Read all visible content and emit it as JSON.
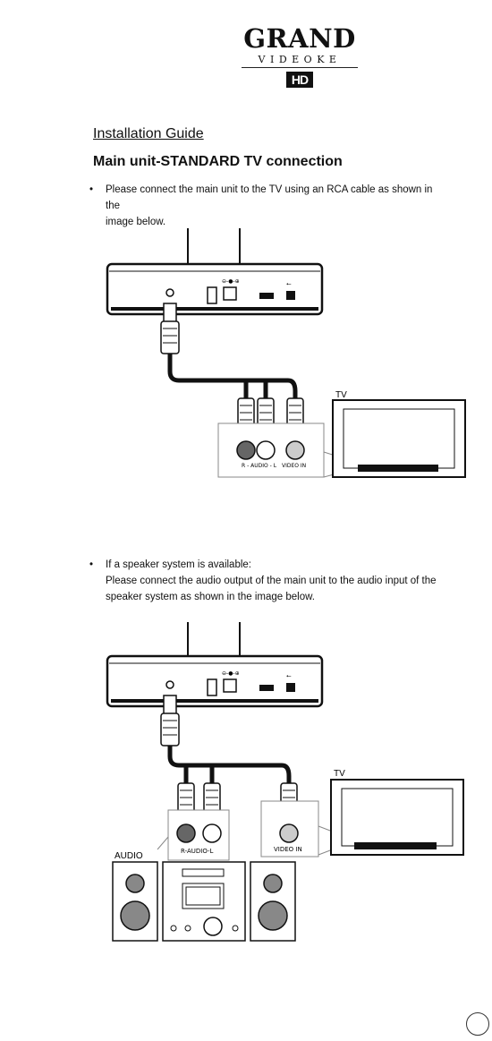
{
  "logo": {
    "brand": "GRAND",
    "sub": "VIDEOKE",
    "badge": "HD"
  },
  "headings": {
    "guide": "Installation Guide",
    "section": "Main unit-STANDARD TV connection"
  },
  "bullet": "•",
  "paragraphs": {
    "p1_line1": "Please connect the main unit to the TV using an RCA cable as shown in the",
    "p1_line2": "image below.",
    "p2_line1": "If a speaker system is available:",
    "p2_line2": "Please connect the audio output of the main unit to the audio input of the",
    "p2_line3": "speaker system as shown in the image below."
  },
  "diagram1": {
    "tv_label": "TV",
    "audio_label": "R - AUDIO - L",
    "video_label": "VIDEO IN"
  },
  "diagram2": {
    "tv_label": "TV",
    "audio_label": "R-AUDIO-L",
    "video_label": "VIDEO IN",
    "speaker_label": "AUDIO"
  }
}
